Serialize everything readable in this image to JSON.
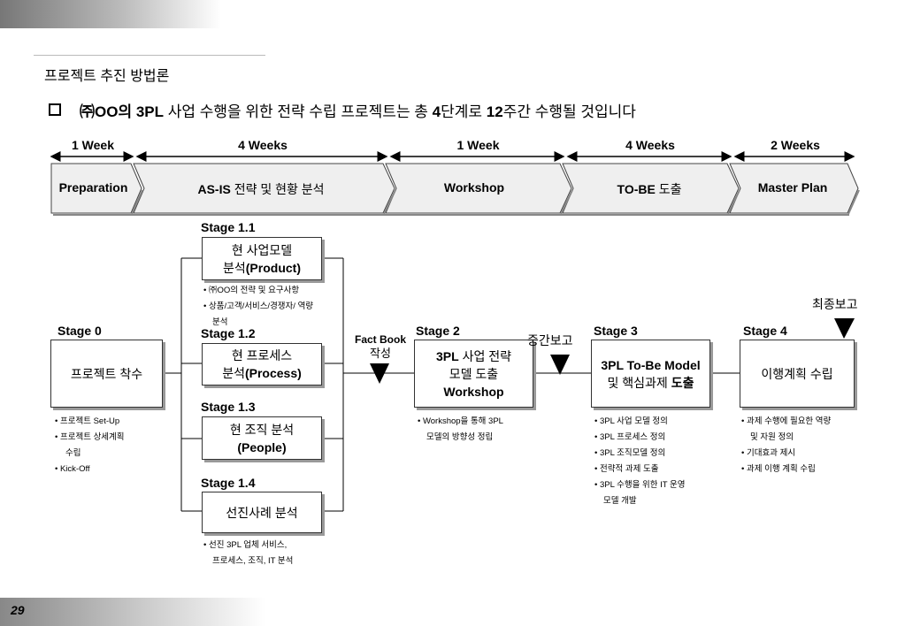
{
  "page": {
    "subtitle": "프로젝트 추진 방법론",
    "headline_prefix": "㈜OO의 ",
    "headline_3pl": "3PL",
    "headline_middle": " 사업 수행을 위한 전략 수립 프로젝트는 총 ",
    "headline_4": "4",
    "headline_after4": "단계로 ",
    "headline_12": "12",
    "headline_suffix": "주간 수행될 것입니다",
    "page_number": "29"
  },
  "timeline": {
    "durations": [
      "1 Week",
      "4 Weeks",
      "1 Week",
      "4 Weeks",
      "2 Weeks"
    ],
    "phases": [
      {
        "bold": "Preparation",
        "rest": ""
      },
      {
        "bold": "AS-IS",
        "rest": " 전략 및 현황 분석"
      },
      {
        "bold": "Workshop",
        "rest": ""
      },
      {
        "bold": "TO-BE",
        "rest": " 도출"
      },
      {
        "bold": "Master Plan",
        "rest": ""
      }
    ]
  },
  "stages": {
    "s0": {
      "label": "Stage 0",
      "box": "프로젝트 착수",
      "bullets": [
        "프로젝트 Set-Up",
        "프로젝트 상세계획",
        "수립",
        "Kick-Off"
      ]
    },
    "s11": {
      "label": "Stage 1.1",
      "line1": "현 사업모델",
      "line2a": "분석",
      "line2b": "(Product)",
      "bullets": [
        "㈜OO의 전략 및 요구사항",
        "상품/고객/서비스/경쟁자/ 역량",
        "분석"
      ]
    },
    "s12": {
      "label": "Stage 1.2",
      "line1": "현 프로세스",
      "line2a": "분석",
      "line2b": "(Process)"
    },
    "s13": {
      "label": "Stage 1.3",
      "line1": "현 조직 분석",
      "line2": "(People)"
    },
    "s14": {
      "label": "Stage 1.4",
      "line1": "선진사례 분석",
      "bullets": [
        "선진 3PL 업체 서비스,",
        "프로세스, 조직, IT 분석"
      ]
    },
    "s2": {
      "label": "Stage 2",
      "line1a": "3PL",
      "line1b": " 사업 전략",
      "line2": "모델 도출",
      "line3": "Workshop",
      "bullets": [
        "Workshop을 통해 3PL",
        "모델의  방향성 정립"
      ]
    },
    "s3": {
      "label": "Stage 3",
      "line1": "3PL To-Be Model",
      "line2a": "및 핵심과제 ",
      "line2b": "도출",
      "bullets": [
        "3PL 사업 모델 정의",
        "3PL 프로세스 정의",
        "3PL 조직모델 정의",
        "전략적 과제 도출",
        "3PL 수행을 위한 IT 운영",
        "모델 개발"
      ]
    },
    "s4": {
      "label": "Stage 4",
      "box": "이행계획 수립",
      "bullets": [
        "과제 수행에 필요한 역량",
        "및 자원 정의",
        "기대효과 제시",
        "과제 이행 계획 수립"
      ]
    }
  },
  "milestones": {
    "fact_book_1": "Fact Book",
    "fact_book_2": "작성",
    "interim": "중간보고",
    "final": "최종보고"
  },
  "colors": {
    "phase_fill": "#efefef",
    "shadow": "#999999"
  }
}
